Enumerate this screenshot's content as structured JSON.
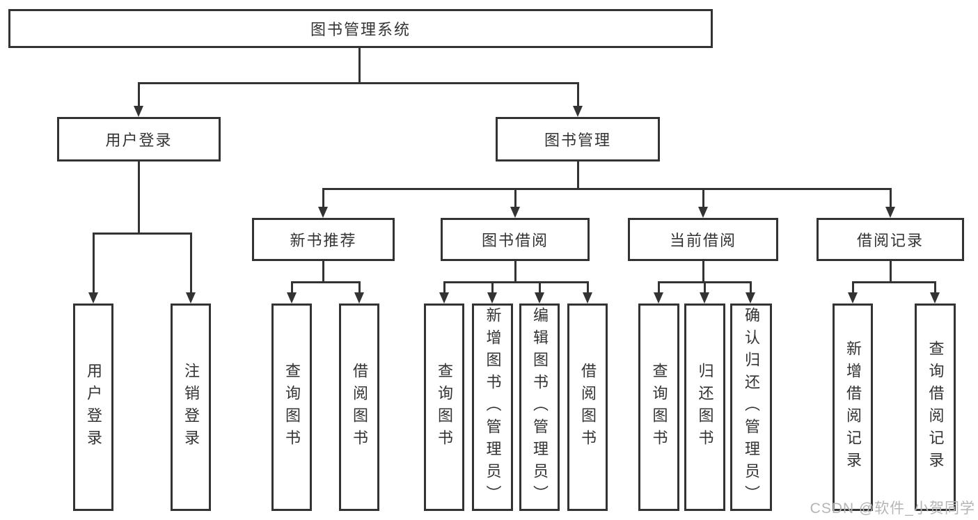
{
  "tree": {
    "root_label": "图书管理系统",
    "user_login": {
      "label": "用户登录",
      "children": [
        "用户登录",
        "注销登录"
      ]
    },
    "book_mgmt": {
      "label": "图书管理",
      "branches": [
        {
          "label": "新书推荐",
          "children": [
            "查询图书",
            "借阅图书"
          ]
        },
        {
          "label": "图书借阅",
          "children": [
            "查询图书",
            "新增图书（管理员）",
            "编辑图书（管理员）",
            "借阅图书"
          ]
        },
        {
          "label": "当前借阅",
          "children": [
            "查询图书",
            "归还图书",
            "确认归还（管理员）"
          ]
        },
        {
          "label": "借阅记录",
          "children": [
            "新增借阅记录",
            "查询借阅记录"
          ]
        }
      ]
    }
  },
  "watermark": "CSDN @软件_小贺同学",
  "colors": {
    "line": "#333333",
    "text": "#333333",
    "background": "#ffffff",
    "watermark": "#b5b5b5"
  }
}
